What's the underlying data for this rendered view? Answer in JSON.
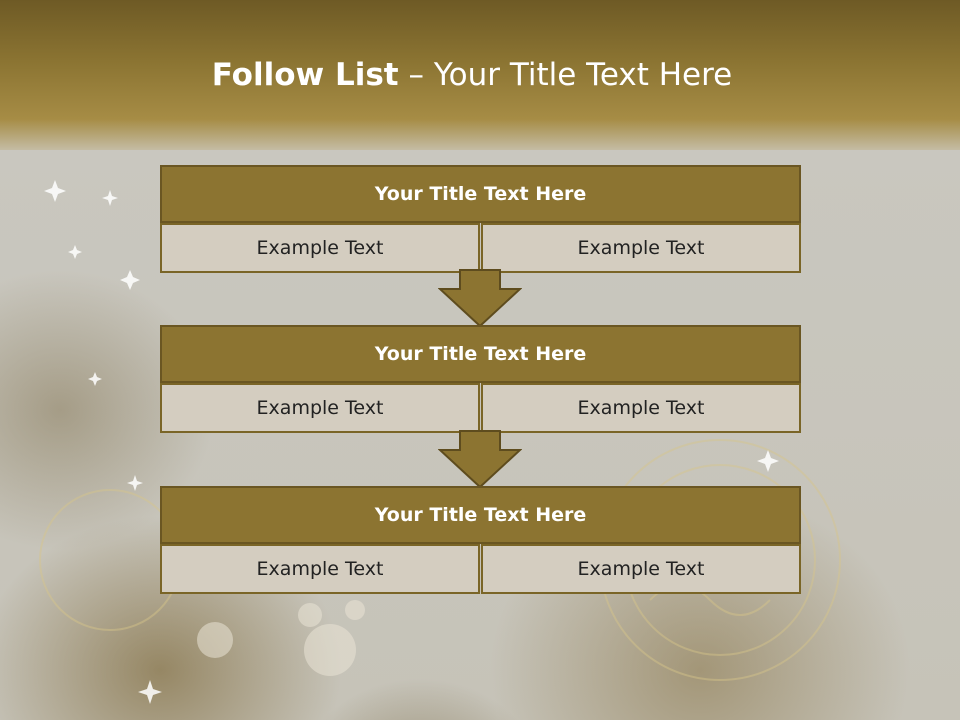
{
  "slide": {
    "title_bold": "Follow List",
    "title_rest": " – Your Title Text Here",
    "steps": [
      {
        "title": "Your Title Text Here",
        "left": "Example Text",
        "right": "Example Text"
      },
      {
        "title": "Your Title Text Here",
        "left": "Example Text",
        "right": "Example Text"
      },
      {
        "title": "Your Title Text Here",
        "left": "Example Text",
        "right": "Example Text"
      }
    ]
  },
  "colors": {
    "header_fill": "#8c7431",
    "header_border": "#6a5622",
    "cell_fill": "#d4cdc0",
    "arrow_fill": "#8c7431",
    "title_text": "#ffffff"
  }
}
